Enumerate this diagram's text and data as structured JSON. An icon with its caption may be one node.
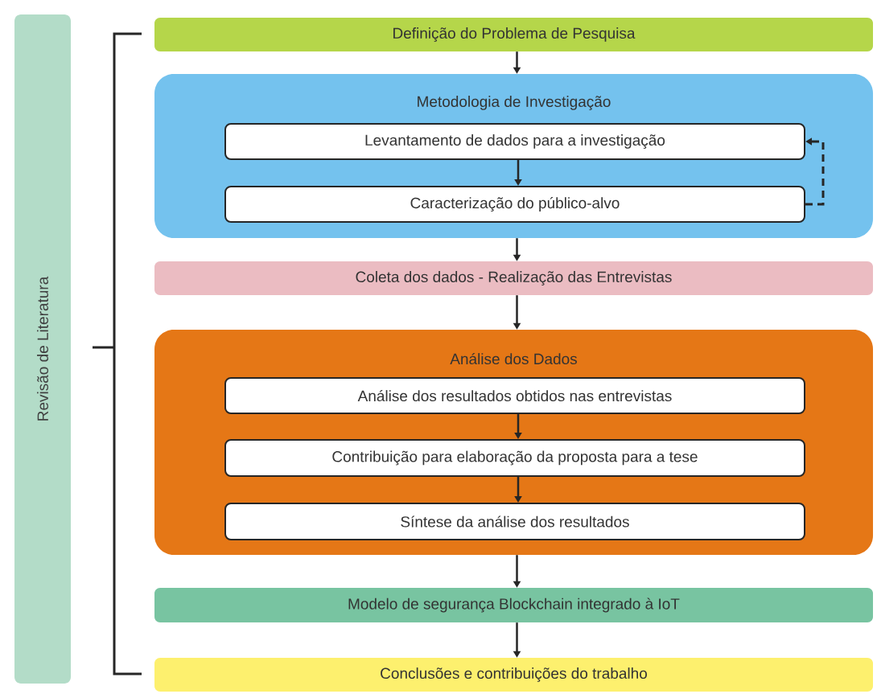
{
  "diagram": {
    "nodes": [
      {
        "text": [
          "Revisão de Literatura"
        ]
      },
      {
        "text": [
          "Definição do Problema de Pesquisa"
        ]
      },
      {
        "text": [
          "Metodologia de Investigação"
        ]
      },
      {
        "text": [
          "Levantamento de dados para a investigação"
        ],
        "in": 2
      },
      {
        "text": [
          "Caracterização do público-alvo"
        ],
        "in": 2
      },
      {
        "text": [
          "Coleta dos dados - Realização das Entrevistas"
        ]
      },
      {
        "text": [
          "Análise dos Dados"
        ]
      },
      {
        "text": [
          "Análise dos resultados obtidos nas entrevistas"
        ],
        "in": 6
      },
      {
        "text": [
          "Contribuição para elaboração da proposta para a tese"
        ],
        "in": 6
      },
      {
        "text": [
          "Síntese da análise dos resultados"
        ],
        "in": 6
      },
      {
        "text": [
          "Modelo de segurança Blockchain integrado à IoT"
        ]
      },
      {
        "text": [
          "Conclusões e contribuições do trabalho"
        ]
      }
    ],
    "edges": [
      {
        "from": 1,
        "to": 2,
        "arrow": "to"
      },
      {
        "from": 3,
        "to": 4,
        "arrow": "to"
      },
      {
        "from": 4,
        "to": 3,
        "arrow": "to",
        "style": "dashed"
      },
      {
        "from": 2,
        "to": 5,
        "arrow": "to"
      },
      {
        "from": 5,
        "to": 6,
        "arrow": "to"
      },
      {
        "from": 7,
        "to": 8,
        "arrow": "to"
      },
      {
        "from": 8,
        "to": 9,
        "arrow": "to"
      },
      {
        "from": 6,
        "to": 10,
        "arrow": "to"
      },
      {
        "from": 10,
        "to": 11,
        "arrow": "to"
      }
    ]
  }
}
